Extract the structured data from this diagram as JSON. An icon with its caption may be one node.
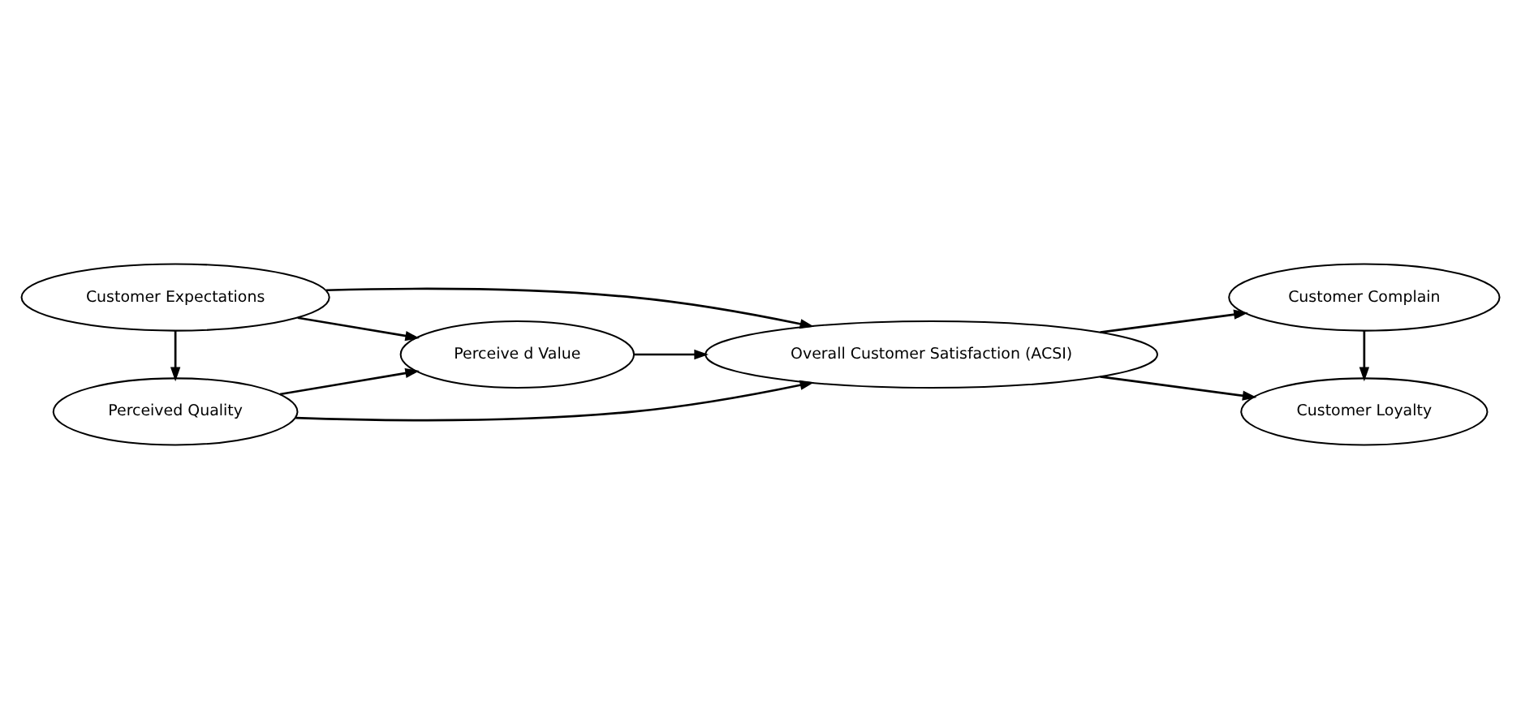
{
  "diagram": {
    "nodes": [
      {
        "text": [
          "Perceived Quality"
        ]
      },
      {
        "text": [
          "Perceive d Value"
        ]
      },
      {
        "text": [
          "Customer Expectations"
        ]
      },
      {
        "text": [
          "Overall Customer Satisfaction (ACSI)"
        ]
      },
      {
        "text": [
          "Customer Complain"
        ]
      },
      {
        "text": [
          "Customer Loyalty"
        ]
      }
    ],
    "edges": [
      {
        "from": 2,
        "to": 0,
        "arrow": "to"
      },
      {
        "from": 0,
        "to": 1,
        "arrow": "to"
      },
      {
        "from": 0,
        "to": 3,
        "arrow": "to"
      },
      {
        "from": 2,
        "to": 1,
        "arrow": "to"
      },
      {
        "from": 1,
        "to": 3,
        "arrow": "to"
      },
      {
        "from": 2,
        "to": 3,
        "arrow": "to"
      },
      {
        "from": 3,
        "to": 4,
        "arrow": "to"
      },
      {
        "from": 3,
        "to": 5,
        "arrow": "to"
      },
      {
        "from": 4,
        "to": 5,
        "arrow": "to"
      }
    ]
  }
}
